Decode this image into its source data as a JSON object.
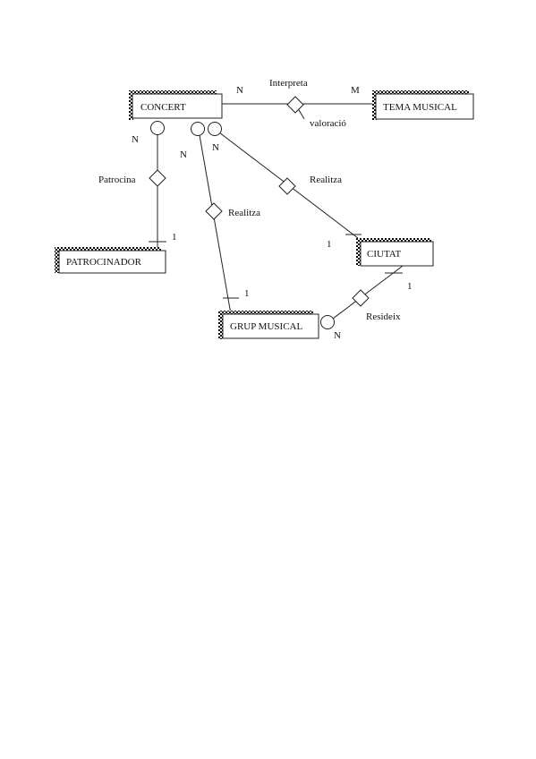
{
  "entities": {
    "concert": "CONCERT",
    "tema_musical": "TEMA MUSICAL",
    "patrocinador": "PATROCINADOR",
    "ciutat": "CIUTAT",
    "grup_musical": "GRUP MUSICAL"
  },
  "relationships": {
    "interpreta": "Interpreta",
    "patrocina": "Patrocina",
    "realitza_grup": "Realitza",
    "realitza_ciutat": "Realitza",
    "resideix": "Resideix"
  },
  "attributes": {
    "valoracio": "valoració"
  },
  "cardinalities": {
    "interpreta_concert": "N",
    "interpreta_tema": "M",
    "patrocina_concert": "N",
    "patrocina_patrocinador": "1",
    "realitza_grup_concert": "N",
    "realitza_grup_grup": "1",
    "realitza_ciutat_concert": "N",
    "realitza_ciutat_ciutat": "1",
    "resideix_ciutat": "1",
    "resideix_grup": "N"
  }
}
